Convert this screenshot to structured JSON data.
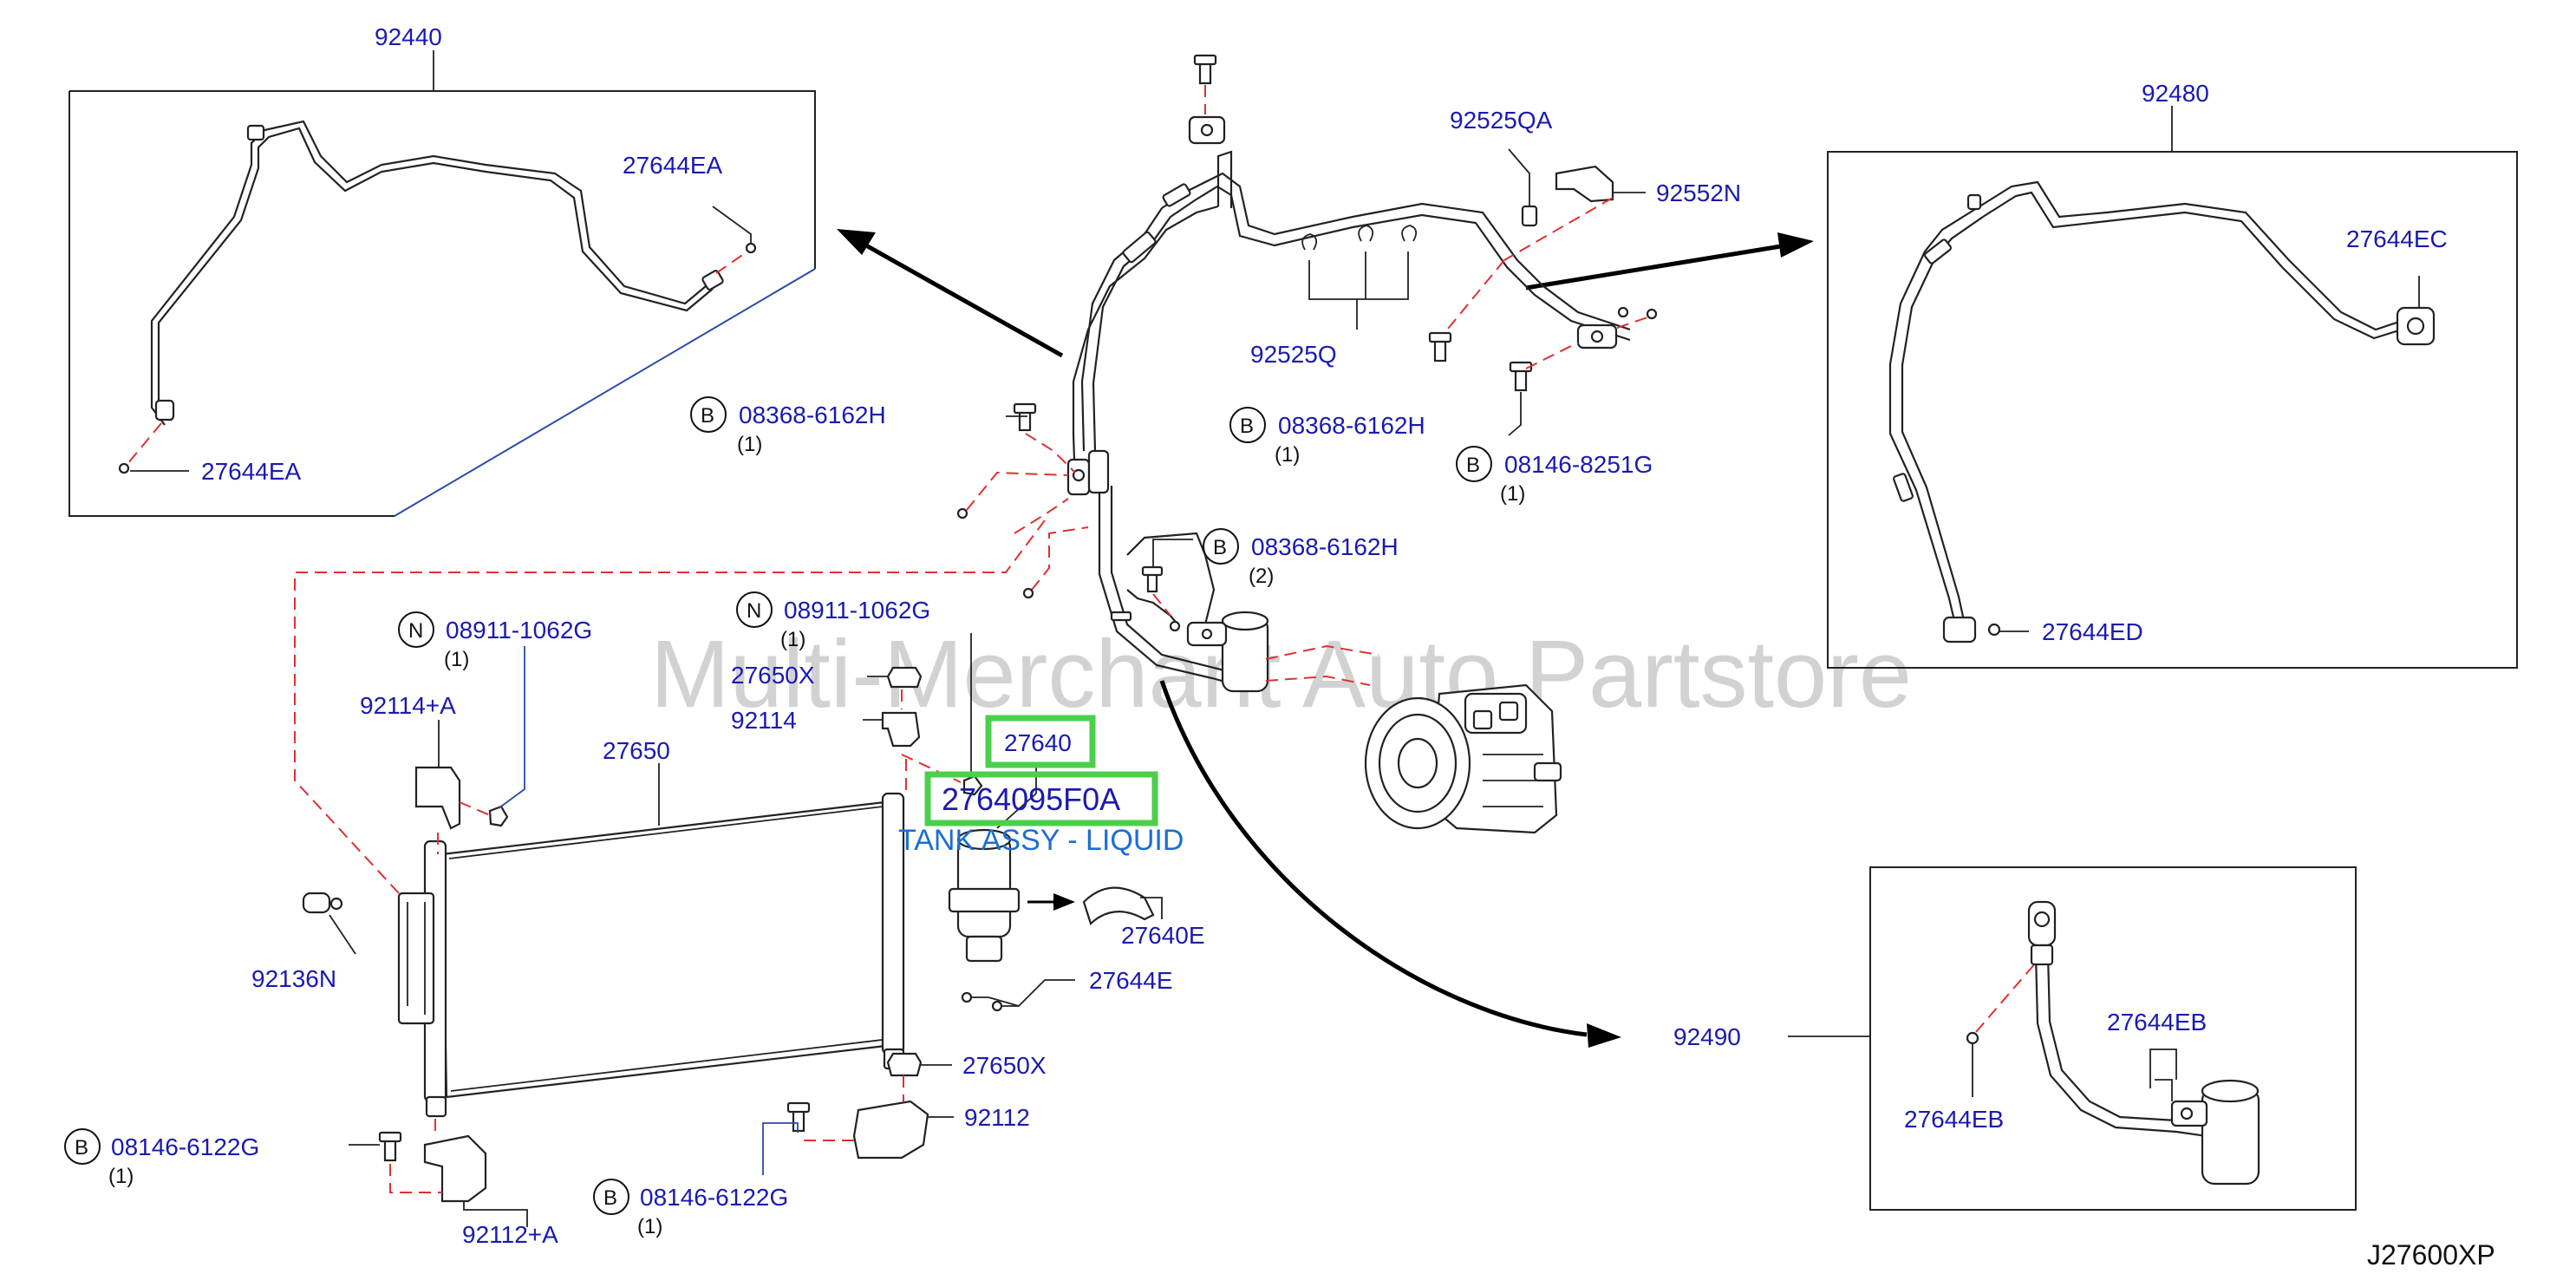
{
  "watermark": "Multi-Merchant Auto Partstore",
  "drawing_code": "J27600XP",
  "callouts": {
    "p92440": "92440",
    "p27644ea_top": "27644EA",
    "p27644ea_bottom": "27644EA",
    "p92480": "92480",
    "p27644ec": "27644EC",
    "p27644ed": "27644ED",
    "p92525qa": "92525QA",
    "p92552n": "92552N",
    "p92525q": "92525Q",
    "p92490": "92490",
    "p27644eb_right": "27644EB",
    "p27644eb_left": "27644EB",
    "p27650x_top": "27650X",
    "p92114": "92114",
    "p27640": "27640",
    "p27640e": "27640E",
    "p27644e": "27644E",
    "p27650x_bottom": "27650X",
    "p92112": "92112",
    "p92114a": "92114+A",
    "p27650": "27650",
    "p92136n": "92136N",
    "p92112a": "92112+A"
  },
  "fasteners": [
    {
      "mark": "B",
      "part": "08368-6162H",
      "qty": "(1)"
    },
    {
      "mark": "B",
      "part": "08368-6162H",
      "qty": "(1)"
    },
    {
      "mark": "B",
      "part": "08146-8251G",
      "qty": "(1)"
    },
    {
      "mark": "B",
      "part": "08368-6162H",
      "qty": "(2)"
    },
    {
      "mark": "N",
      "part": "08911-1062G",
      "qty": "(1)"
    },
    {
      "mark": "N",
      "part": "08911-1062G",
      "qty": "(1)"
    },
    {
      "mark": "B",
      "part": "08146-6122G",
      "qty": "(1)"
    },
    {
      "mark": "B",
      "part": "08146-6122G",
      "qty": "(1)"
    }
  ],
  "highlight": {
    "part_number": "2764095F0A",
    "description": "TANK ASSY - LIQUID",
    "box_color": "#4ccf4c"
  }
}
